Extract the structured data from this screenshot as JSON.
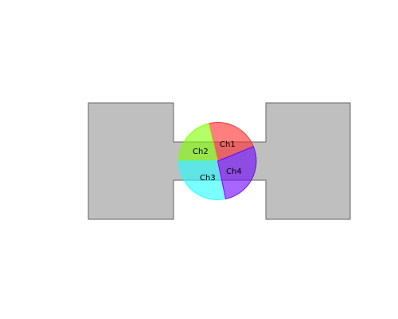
{
  "diagram": {
    "body_fill": "#bfbfbf",
    "body_stroke": "#666666",
    "sector_opacity": 0.6,
    "sectors": [
      {
        "label": "Ch1",
        "color": "#ff2a2a",
        "start_deg": -103,
        "end_deg": -22
      },
      {
        "label": "Ch2",
        "color": "#7fff00",
        "start_deg": -180,
        "end_deg": -103
      },
      {
        "label": "Ch3",
        "color": "#22ffff",
        "start_deg": 78,
        "end_deg": 180
      },
      {
        "label": "Ch4",
        "color": "#7000ff",
        "start_deg": -22,
        "end_deg": 78
      }
    ]
  }
}
